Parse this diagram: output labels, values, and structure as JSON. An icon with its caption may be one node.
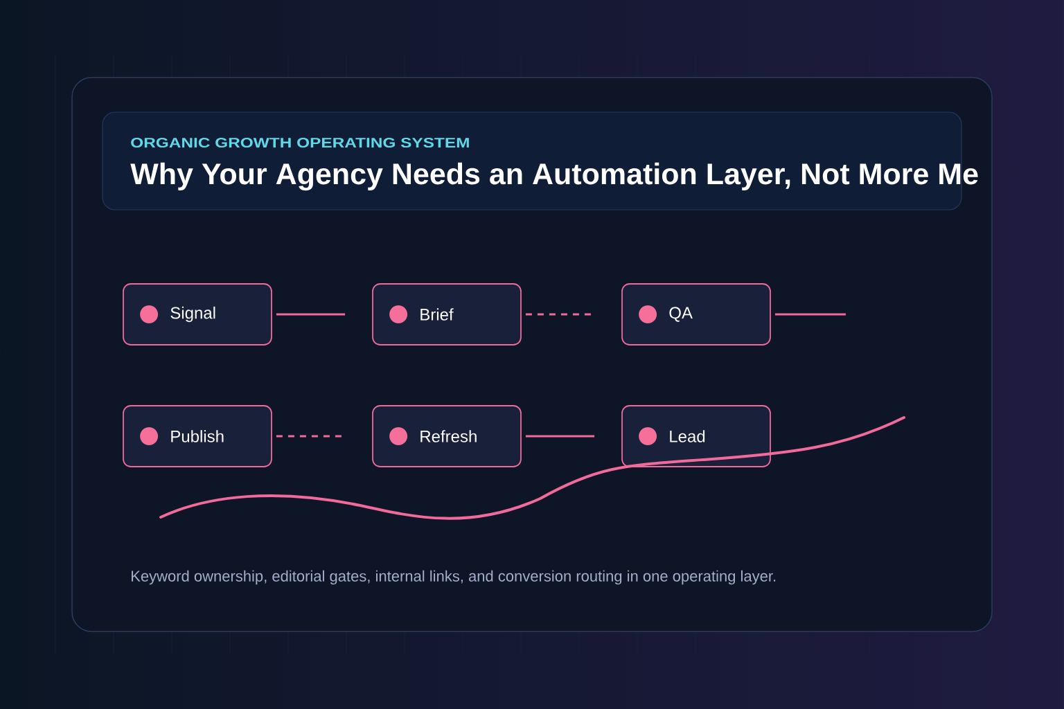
{
  "diagram": {
    "title": "Why Your Agency Needs an Automation Layer, Not More Me",
    "caption": "Keyword ownership, editorial gates, internal links, and conversion routing in one operating layer.",
    "nodes": [
      {
        "text": [
          "ORGANIC GROWTH OPERATING SYSTEM"
        ]
      },
      {
        "text": [
          "Signal"
        ]
      },
      {
        "text": [
          "Brief"
        ]
      },
      {
        "text": [
          "QA"
        ]
      },
      {
        "text": [
          "Publish"
        ]
      },
      {
        "text": [
          "Refresh"
        ]
      },
      {
        "text": [
          "Lead"
        ]
      }
    ],
    "edges": [
      {
        "from": 1,
        "to": 2,
        "arrow": "none"
      },
      {
        "from": 2,
        "to": 3,
        "arrow": "none",
        "style": "dashed"
      },
      {
        "from": 3,
        "to": null,
        "arrow": "none"
      },
      {
        "from": 4,
        "to": 5,
        "arrow": "none",
        "style": "dashed"
      },
      {
        "from": 5,
        "to": 6,
        "arrow": "none"
      }
    ]
  }
}
